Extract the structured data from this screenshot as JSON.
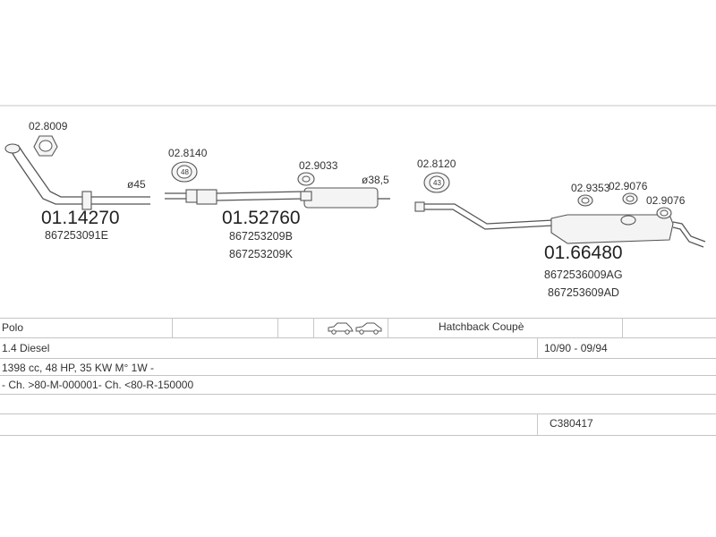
{
  "parts": [
    {
      "clamp_code": "02.8009",
      "part_no": "01.14270",
      "oe_numbers": [
        "867253091E"
      ],
      "diameter": "ø45"
    },
    {
      "clamp_code": "02.8140",
      "clamp_size": "48",
      "part_no": "01.52760",
      "oe_numbers": [
        "867253209B",
        "867253209K"
      ],
      "gasket_code": "02.9033",
      "diameter": "ø38,5"
    },
    {
      "clamp_code": "02.8120",
      "clamp_size": "43",
      "part_no": "01.66480",
      "oe_numbers": [
        "8672536009AG",
        "867253609AD"
      ],
      "rubber_codes": [
        "02.9353",
        "02.9076",
        "02.9076"
      ]
    }
  ],
  "vehicle": {
    "model": "Polo",
    "body_type": "Hatchback Coupè",
    "engine": "1.4 Diesel",
    "production": "10/90 - 09/94",
    "specs": "1398 cc, 48 HP, 35 KW  M° 1W -",
    "chassis": "- Ch. >80-M-000001- Ch. <80-R-150000",
    "catalog_code": "C380417"
  },
  "icons": [
    "hatchback-car-icon",
    "coupe-car-icon"
  ],
  "colors": {
    "line": "#555555",
    "text": "#333333",
    "grid": "#c4c4c4"
  }
}
